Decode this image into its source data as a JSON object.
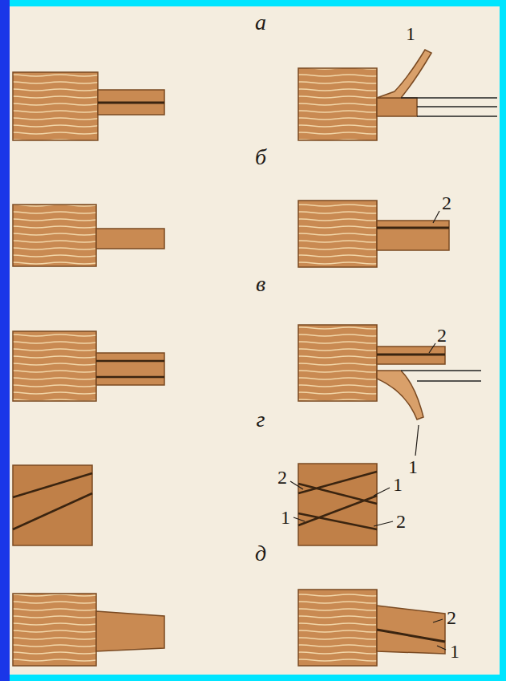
{
  "diagram": {
    "labels": [
      "а",
      "1",
      "б",
      "2",
      "в",
      "2",
      "1",
      "г",
      "2",
      "1",
      "1",
      "2",
      "д",
      "2",
      "1"
    ]
  }
}
